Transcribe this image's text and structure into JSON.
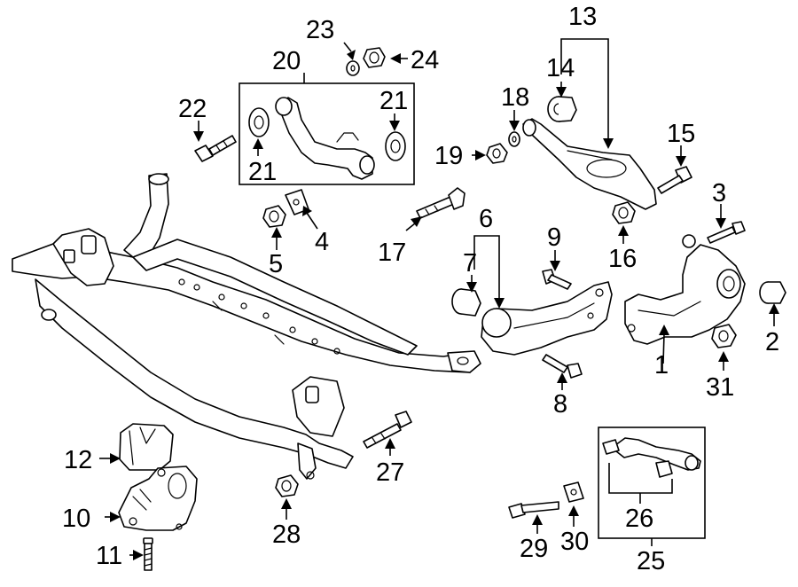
{
  "diagram": {
    "callouts": [
      {
        "id": "1",
        "label": "1"
      },
      {
        "id": "2",
        "label": "2"
      },
      {
        "id": "3",
        "label": "3"
      },
      {
        "id": "4",
        "label": "4"
      },
      {
        "id": "5",
        "label": "5"
      },
      {
        "id": "6",
        "label": "6"
      },
      {
        "id": "7",
        "label": "7"
      },
      {
        "id": "8",
        "label": "8"
      },
      {
        "id": "9",
        "label": "9"
      },
      {
        "id": "10",
        "label": "10"
      },
      {
        "id": "11",
        "label": "11"
      },
      {
        "id": "12",
        "label": "12"
      },
      {
        "id": "13",
        "label": "13"
      },
      {
        "id": "14",
        "label": "14"
      },
      {
        "id": "15",
        "label": "15"
      },
      {
        "id": "16",
        "label": "16"
      },
      {
        "id": "17",
        "label": "17"
      },
      {
        "id": "18",
        "label": "18"
      },
      {
        "id": "19",
        "label": "19"
      },
      {
        "id": "20",
        "label": "20"
      },
      {
        "id": "21a",
        "label": "21"
      },
      {
        "id": "21b",
        "label": "21"
      },
      {
        "id": "22",
        "label": "22"
      },
      {
        "id": "23",
        "label": "23"
      },
      {
        "id": "24",
        "label": "24"
      },
      {
        "id": "25",
        "label": "25"
      },
      {
        "id": "26",
        "label": "26"
      },
      {
        "id": "27",
        "label": "27"
      },
      {
        "id": "28",
        "label": "28"
      },
      {
        "id": "29",
        "label": "29"
      },
      {
        "id": "30",
        "label": "30"
      },
      {
        "id": "31",
        "label": "31"
      }
    ]
  }
}
